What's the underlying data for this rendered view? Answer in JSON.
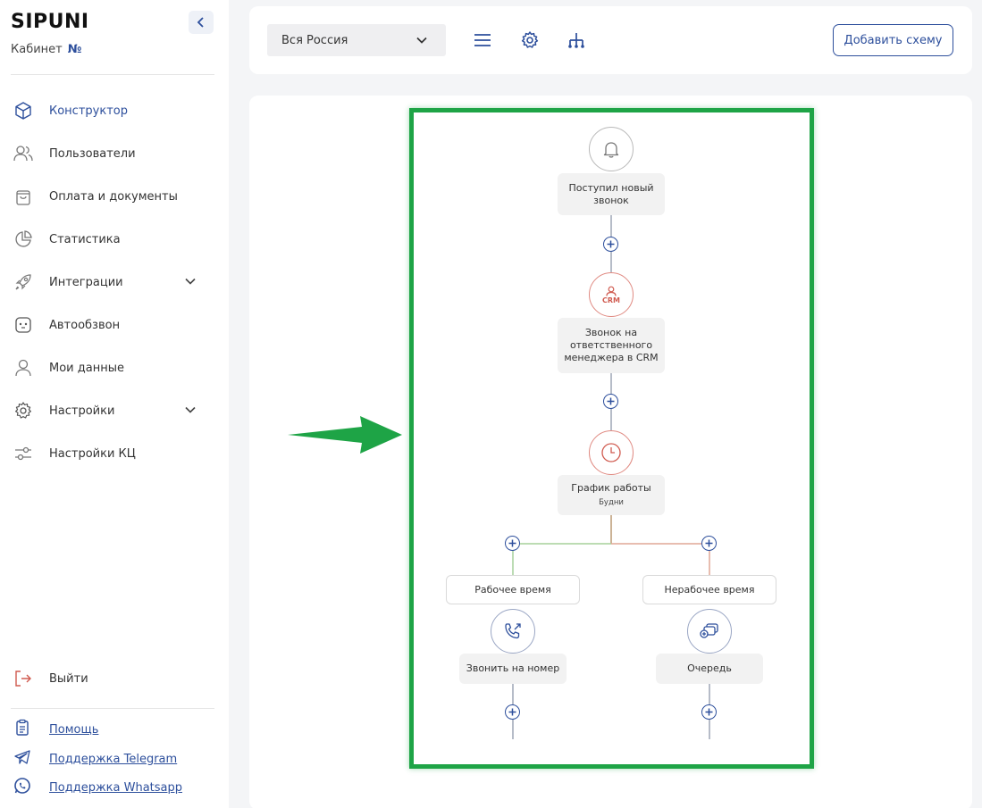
{
  "sidebar": {
    "brand": "SIPUNI",
    "cabinet_label": "Кабинет",
    "cabinet_number": "№",
    "items": [
      {
        "label": "Конструктор",
        "icon": "cube-icon",
        "active": true
      },
      {
        "label": "Пользователи",
        "icon": "users-icon"
      },
      {
        "label": "Оплата и документы",
        "icon": "shopping-bag-icon"
      },
      {
        "label": "Статистика",
        "icon": "pie-chart-icon"
      },
      {
        "label": "Интеграции",
        "icon": "rocket-icon",
        "expandable": true
      },
      {
        "label": "Автообзвон",
        "icon": "robot-icon"
      },
      {
        "label": "Мои данные",
        "icon": "user-icon"
      },
      {
        "label": "Настройки",
        "icon": "gear-icon",
        "expandable": true
      },
      {
        "label": "Настройки КЦ",
        "icon": "sliders-icon"
      }
    ],
    "logout": "Выйти",
    "links": [
      {
        "label": "Помощь",
        "icon": "clipboard-icon"
      },
      {
        "label": "Поддержка Telegram",
        "icon": "telegram-icon"
      },
      {
        "label": "Поддержка Whatsapp",
        "icon": "whatsapp-icon"
      }
    ]
  },
  "toolbar": {
    "region": "Вся Россия",
    "add_scheme": "Добавить схему"
  },
  "flow": {
    "incoming_call": {
      "line1": "Поступил новый",
      "line2": "звонок"
    },
    "crm_badge": "CRM",
    "crm_call": {
      "line1": "Звонок на",
      "line2": "ответственного",
      "line3": "менеджера в CRM"
    },
    "schedule": {
      "title": "График работы",
      "subtitle": "Будни"
    },
    "work_time": "Рабочее время",
    "non_work_time": "Нерабочее время",
    "call_number": "Звонить на номер",
    "queue": "Очередь"
  },
  "colors": {
    "accent": "#2d4f9c",
    "highlight": "#1ea446",
    "work_branch": "#a6d19a",
    "offwork_branch": "#e0a796"
  }
}
